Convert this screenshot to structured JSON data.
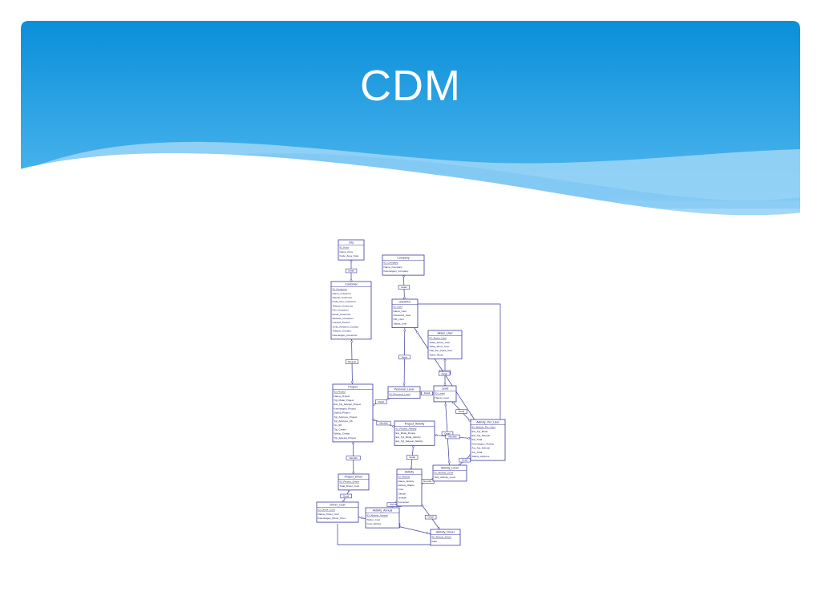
{
  "slide": {
    "title": "CDM",
    "colors": {
      "header_top": "#0a8fd9",
      "header_bottom": "#4fb5ee",
      "wave_light": "#9fd6f7",
      "wave_white": "#ffffff",
      "diagram_ink": "#3a3aa0"
    }
  },
  "diagram": {
    "entities": [
      {
        "id": "city",
        "name": "City",
        "attrs": [
          "ID_Kota",
          "Nama_Kota",
          "Kode_Area_Kota"
        ]
      },
      {
        "id": "company",
        "name": "Company",
        "attrs": [
          "ID_Company",
          "Nama_Company",
          "Keterangan_Company"
        ]
      },
      {
        "id": "customer",
        "name": "Customer",
        "attrs": [
          "ID_Customer",
          "Nama_Customer",
          "Alamat_Customer",
          "Kode_Pos_Customer",
          "Telepon_Customer",
          "Fax_Customer",
          "Email_Customer",
          "Website_Customer",
          "Contact_Person",
          "Jenis_Kelamin_Contact",
          "Telepon_Contact",
          "Keterangan_Customer"
        ]
      },
      {
        "id": "user_pkc",
        "name": "UserPKC",
        "attrs": [
          "ID_User",
          "Nama_User",
          "Password_User",
          "NIK_User",
          "Status_User"
        ]
      },
      {
        "id": "akses_user",
        "name": "Akses_User",
        "attrs": [
          "ID_Akses_User",
          "Tabel_Akses_User",
          "Tabel_Menu_User",
          "Hak_Per_Field_User",
          "Tabel_Akses"
        ]
      },
      {
        "id": "project",
        "name": "Project",
        "attrs": [
          "ID_Project",
          "Nama_Project",
          "Tgl_Mulai_Project",
          "Est_Tgl_Selesai_Project",
          "Keterangan_Project",
          "Status_Project",
          "Tgl_Approve_Project",
          "Tgl_Approve_SK",
          "No_SK",
          "Tgl_Create",
          "Waktu_Create",
          "Tgl_Selesai_Project"
        ]
      },
      {
        "id": "personal_level",
        "name": "Personal_Level",
        "attrs": [
          "ID_Personal_Level"
        ]
      },
      {
        "id": "level",
        "name": "Level",
        "attrs": [
          "ID_Level",
          "Nama_Level"
        ]
      },
      {
        "id": "project_aktivity",
        "name": "Project_Aktivity",
        "attrs": [
          "ID_Project_Aktivity",
          "Est_Mulai_Durasi",
          "Est_Tgl_Mulai_Aktivity",
          "Est_Tgl_Selesai_Aktivity"
        ]
      },
      {
        "id": "aktivity_per_user",
        "name": "Aktivity_Per_User",
        "attrs": [
          "ID_Aktivity_Per_User",
          "Est_Tgl_Mulai",
          "Est_Tgl_Selesai",
          "Est_Total",
          "Keterangan_Aktivity",
          "Act_Tgl_Selesai",
          "Act_Total",
          "Status_Approve"
        ]
      },
      {
        "id": "project_driver",
        "name": "Project_Driver",
        "attrs": [
          "ID_Project_Driver",
          "Total_Driver_Cost"
        ]
      },
      {
        "id": "aktivity",
        "name": "Aktivity",
        "attrs": [
          "ID_Aktivity",
          "Nama_Aktivity",
          "Aktivity_Waktu",
          "Cost",
          "Satuan",
          "Jenisbil",
          "Komentar"
        ]
      },
      {
        "id": "aktivity_level",
        "name": "Aktivity_Level",
        "attrs": [
          "ID_Aktivity_Level",
          "Tarif_Aktivity_Level"
        ]
      },
      {
        "id": "driver_cost",
        "name": "Driver_Cost",
        "attrs": [
          "ID_Driver_Cost",
          "Nama_Driver_Cost",
          "Keterangan_Driver_Cost"
        ]
      },
      {
        "id": "aktivity_annual",
        "name": "Aktivity_Annual",
        "attrs": [
          "ID_Aktivity_Annual",
          "Tahun_Cost",
          "Cost_Aktivity"
        ]
      },
      {
        "id": "aktivity_driver",
        "name": "Aktivity_Driver",
        "attrs": [
          "ID_Aktivity_Driver",
          "Rate"
        ]
      }
    ],
    "relations": [
      "Detail",
      "Detail",
      "Detail",
      "Detail",
      "Detail",
      "Menjual",
      "Detail",
      "Detail",
      "Memiliki",
      "Detail",
      "Memiliki",
      "Memiliki",
      "Detail",
      "Detail",
      "Detail",
      "Memiliki",
      "Memiliki",
      "Detail",
      "Detail",
      "Detail"
    ]
  }
}
